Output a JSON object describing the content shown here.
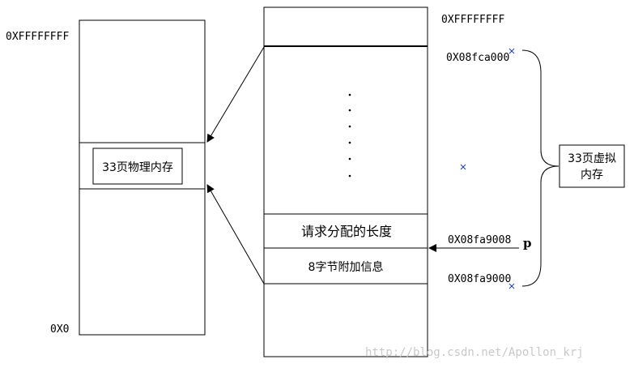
{
  "physical_memory": {
    "top_address": "0XFFFFFFFF",
    "bottom_address": "0X0",
    "block_label": "33页物理内存"
  },
  "virtual_memory": {
    "top_address": "0XFFFFFFFF",
    "requested_length_label": "请求分配的长度",
    "header_label": "8字节附加信息",
    "addresses": {
      "upper": "0X08fca000",
      "pointer": "0X08fa9008",
      "lower": "0X08fa9000"
    },
    "pointer_label": "p",
    "ellipsis": "·······"
  },
  "brace_annotation": {
    "line1": "33页虚拟",
    "line2": "内存"
  },
  "watermark": "http://blog.csdn.net/Apollon_krj",
  "colors": {
    "line": "#000000",
    "marker": "#1f3fbf",
    "watermark": "#c9c9c9"
  }
}
